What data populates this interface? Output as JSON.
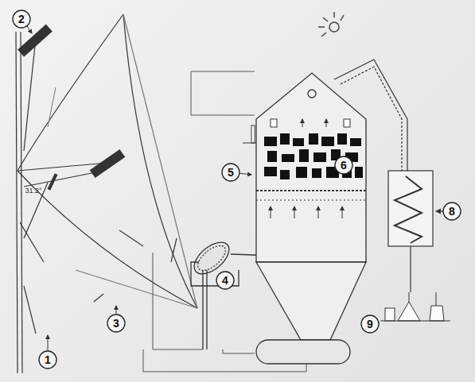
{
  "diagram": {
    "labels": [
      "1",
      "2",
      "3",
      "4",
      "5",
      "6",
      "8",
      "9",
      "31.2°"
    ]
  }
}
